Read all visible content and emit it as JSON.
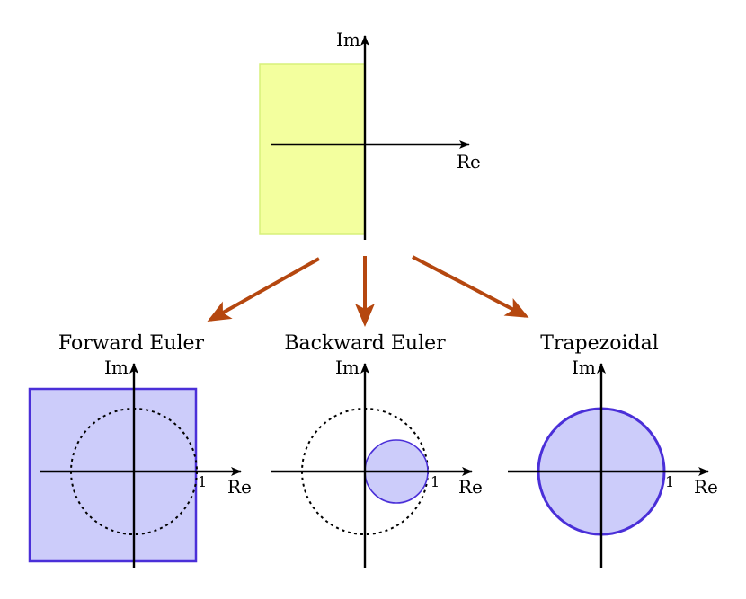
{
  "colors": {
    "continuous_region_fill": "#f3ff9e",
    "continuous_region_stroke": "#d7f07a",
    "stability_region_fill": "#ccccfa",
    "stability_region_stroke": "#4a2fd8",
    "arrow": "#b5470f",
    "axis": "#000000"
  },
  "top_plane": {
    "re_label": "Re",
    "im_label": "Im"
  },
  "methods": [
    {
      "title": "Forward Euler",
      "re_label": "Re",
      "im_label": "Im",
      "tick_label": "1"
    },
    {
      "title": "Backward Euler",
      "re_label": "Re",
      "im_label": "Im",
      "tick_label": "1"
    },
    {
      "title": "Trapezoidal",
      "re_label": "Re",
      "im_label": "Im",
      "tick_label": "1"
    }
  ]
}
